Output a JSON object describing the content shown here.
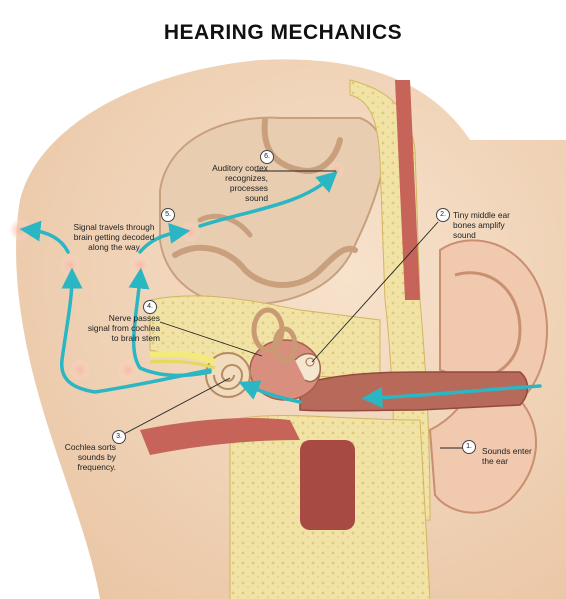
{
  "title": "HEARING MECHANICS",
  "steps": [
    {
      "number": "1.",
      "text": "Sounds enter\nthe ear"
    },
    {
      "number": "2.",
      "text": "Tiny middle ear\nbones amplify\nsound"
    },
    {
      "number": "3.",
      "text": "Cochlea sorts\nsounds by\nfrequency."
    },
    {
      "number": "4.",
      "text": "Nerve passes\nsignal from cochlea\nto brain stem"
    },
    {
      "number": "5.",
      "text": "Signal travels through\nbrain getting decoded\nalong the way"
    },
    {
      "number": "6.",
      "text": "Auditory cortex\nrecognizes, processes\nsound"
    }
  ],
  "colors": {
    "signal_arrow": "#2bb6c4",
    "skin": "#f2d3b5",
    "brain": "#e8cdb0",
    "bone": "#f1e3a6",
    "canal": "#b86a5a",
    "background": "#ffffff"
  }
}
